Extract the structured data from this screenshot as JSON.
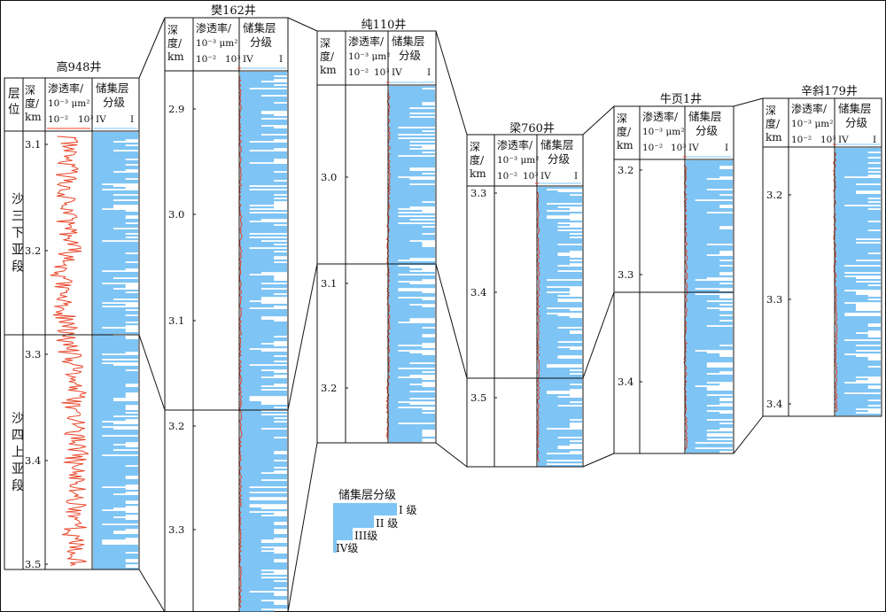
{
  "colors": {
    "perm_curve": "#e8452a",
    "reservoir": "#7ec4f4",
    "border": "#111111"
  },
  "header_labels": {
    "formation": "层位",
    "depth": [
      "深",
      "度/",
      "km"
    ],
    "perm_title": [
      "渗透率/",
      "10⁻³ μm²"
    ],
    "perm_range": [
      "10⁻²",
      "10³"
    ],
    "class_title": [
      "储集层",
      "分级"
    ],
    "class_range": [
      "IV",
      "I"
    ]
  },
  "formations": [
    {
      "name": "沙三下亚段",
      "chars": [
        "沙",
        "三",
        "下",
        "亚",
        "段"
      ]
    },
    {
      "name": "沙四上亚段",
      "chars": [
        "沙",
        "四",
        "上",
        "亚",
        "段"
      ]
    }
  ],
  "wells": [
    {
      "name": "高948井",
      "depth_ticks": [
        "3.1",
        "3.2",
        "3.3",
        "3.4",
        "3.5"
      ]
    },
    {
      "name": "樊162井",
      "depth_ticks": [
        "2.9",
        "3.0",
        "3.1",
        "3.2",
        "3.3"
      ]
    },
    {
      "name": "纯110井",
      "depth_ticks": [
        "3.0",
        "3.1",
        "3.2"
      ]
    },
    {
      "name": "梁760井",
      "depth_ticks": [
        "3.3",
        "3.4",
        "3.5"
      ]
    },
    {
      "name": "牛页1井",
      "depth_ticks": [
        "3.2",
        "3.3",
        "3.4"
      ]
    },
    {
      "name": "辛斜179井",
      "depth_ticks": [
        "3.2",
        "3.3",
        "3.4"
      ]
    }
  ],
  "legend": {
    "title": "储集层分级",
    "levels": [
      "I 级",
      "II 级",
      "III级",
      "IV级"
    ]
  }
}
